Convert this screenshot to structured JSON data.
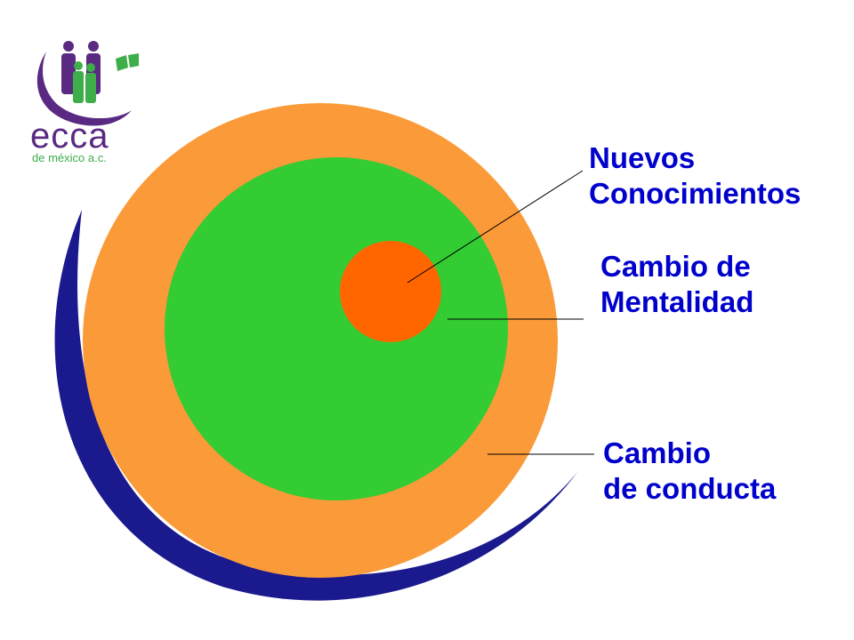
{
  "logo": {
    "name": "ecca",
    "subtitle": "de méxico a.c.",
    "colors": {
      "purple": "#5a2a82",
      "green": "#3dae49"
    }
  },
  "colors": {
    "background": "#ffffff",
    "swoosh": "#1a1a8e",
    "outer_ring": "#fb9a38",
    "middle_circle": "#33cc33",
    "inner_circle": "#ff6600",
    "label_text": "#0000cc",
    "leader_line": "#000000"
  },
  "labels": {
    "nuevos_conocimientos": [
      "Nuevos",
      "Conocimientos"
    ],
    "cambio_mentalidad": [
      "Cambio de",
      "Mentalidad"
    ],
    "cambio_conducta": [
      "Cambio",
      "de conducta"
    ]
  }
}
